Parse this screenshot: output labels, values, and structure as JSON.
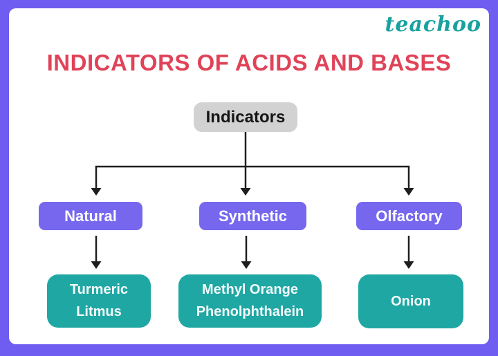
{
  "brand": {
    "logo": "teachoo"
  },
  "title": "INDICATORS OF ACIDS AND BASES",
  "tree": {
    "root": "Indicators",
    "categories": [
      {
        "label": "Natural",
        "examples": [
          "Turmeric",
          "Litmus"
        ]
      },
      {
        "label": "Synthetic",
        "examples": [
          "Methyl Orange",
          "Phenolphthalein"
        ]
      },
      {
        "label": "Olfactory",
        "examples": [
          "Onion"
        ]
      }
    ]
  },
  "colors": {
    "border_purple": "#6e5df0",
    "category_purple": "#7667ee",
    "example_teal": "#1fa7a4",
    "title_red": "#e04358",
    "root_gray": "#d2d2d2",
    "brand_teal": "#18a29f",
    "arrow_black": "#1e1e1e"
  }
}
